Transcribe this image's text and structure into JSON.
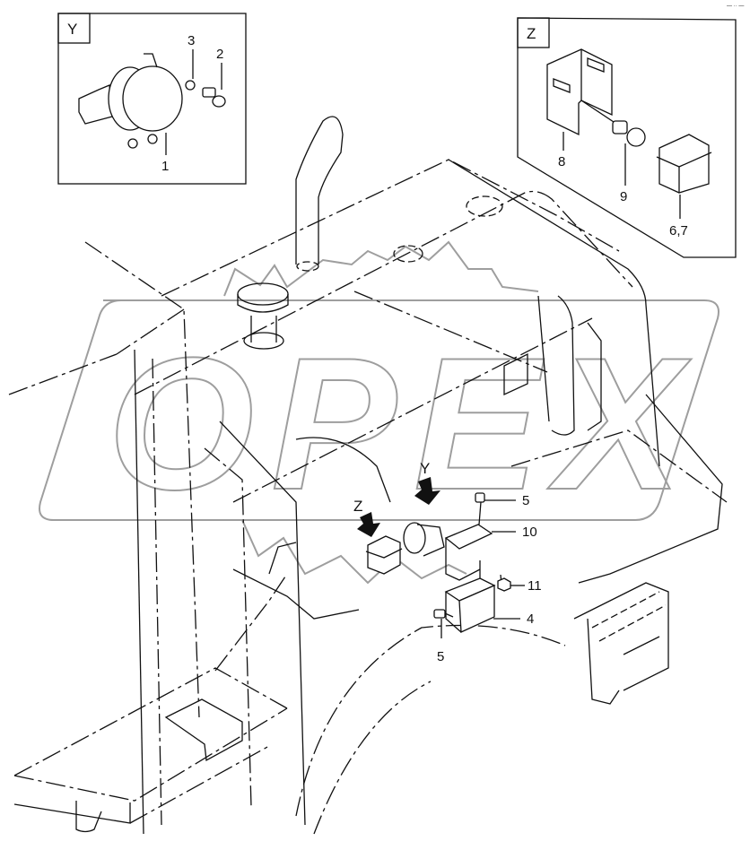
{
  "watermark": {
    "text": "OPEX",
    "color": "#9e9e9e"
  },
  "detail_views": [
    {
      "id": "Y",
      "label": "Y",
      "callouts": [
        "3",
        "2",
        "1"
      ],
      "parts": [
        "lamp-body",
        "washer",
        "bolt"
      ]
    },
    {
      "id": "Z",
      "label": "Z",
      "callouts": [
        "8",
        "9",
        "6,7"
      ],
      "parts": [
        "bracket",
        "bolt",
        "cover-box"
      ]
    }
  ],
  "main_view": {
    "view_arrows": [
      {
        "label": "Y"
      },
      {
        "label": "Z"
      }
    ],
    "callouts": [
      {
        "label": "5"
      },
      {
        "label": "10"
      },
      {
        "label": "11"
      },
      {
        "label": "4"
      },
      {
        "label": "5"
      }
    ]
  },
  "corner_mark": "— ·· —"
}
